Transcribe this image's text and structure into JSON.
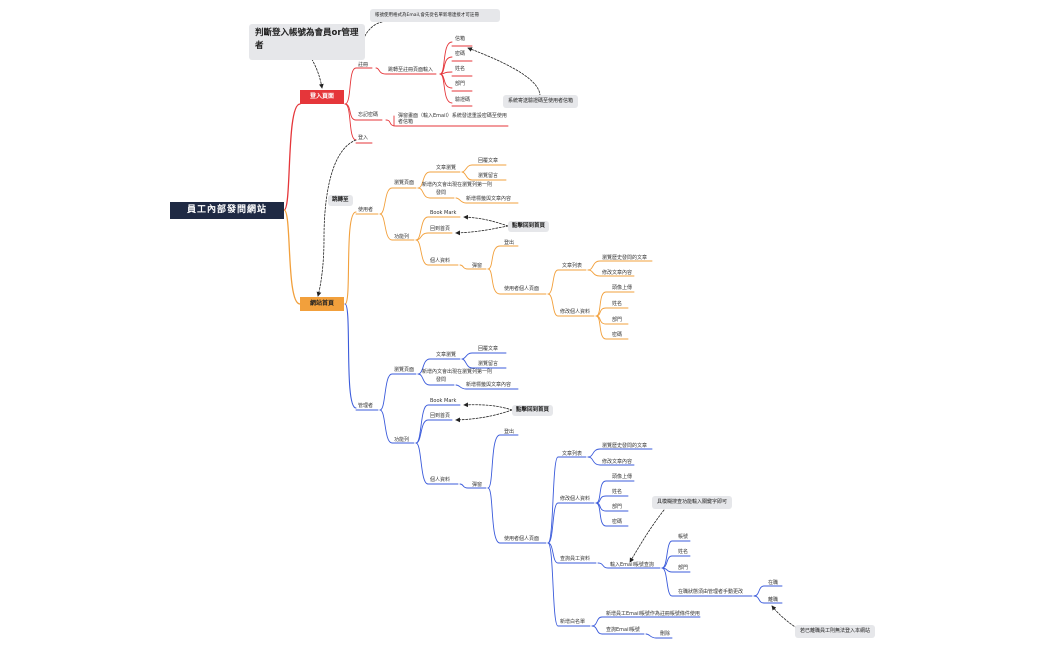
{
  "root": "員工內部發問網站",
  "top_callout": "判斷登入帳號為會員or管理者",
  "email_note": "帳號使用格式為Email,會先從名單新增連接才可註冊",
  "login_page": {
    "label": "登入頁面",
    "register": "註冊",
    "register_page": "跳轉至註冊頁面輸入",
    "fields": [
      "信箱",
      "密碼",
      "姓名",
      "部門",
      "驗證碼"
    ],
    "verify_note": "系統寄送驗證碼至使用者信箱",
    "forgot": "忘記密碼",
    "forgot_detail": "彈窗畫面（輸入Email）系統發送重設密碼至使用者信箱",
    "login": "登入"
  },
  "jump": "跳轉至",
  "homepage": {
    "label": "網站首頁",
    "user": {
      "label": "使用者",
      "browse_page": "瀏覽頁面",
      "article_browse": "文章瀏覽",
      "reply_article": "回覆文章",
      "browse_comment": "瀏覽留言",
      "new_article_note": "新增內文會出現在瀏覽列第一則",
      "post": "發問",
      "new_tag_content": "新增標籤與文章內容",
      "feature_bar": "功能列",
      "bookmark": "Book Mark",
      "back_home": "回到首頁",
      "click_home": "點擊回到首頁",
      "personal": "個人資料",
      "popup": "彈窗",
      "logout": "登出",
      "user_page": "使用者個人頁面",
      "article_list": "文章列表",
      "browse_history": "瀏覽歷史發問的文章",
      "edit_article": "修改文章內容",
      "edit_profile": "修改個人資料",
      "profile_fields": [
        "頭像上傳",
        "姓名",
        "部門",
        "密碼"
      ]
    },
    "admin": {
      "label": "管理者",
      "browse_page": "瀏覽頁面",
      "article_browse": "文章瀏覽",
      "reply_article": "回覆文章",
      "browse_comment": "瀏覽留言",
      "new_article_note": "新增內文會出現在瀏覽列第一則",
      "post": "發問",
      "new_tag_content": "新增標籤與文章內容",
      "feature_bar": "功能列",
      "bookmark": "Book Mark",
      "back_home": "回到首頁",
      "click_home": "點擊回到首頁",
      "personal": "個人資料",
      "popup": "彈窗",
      "logout": "登出",
      "user_page": "使用者個人頁面",
      "article_list": "文章列表",
      "browse_history": "瀏覽歷史發問的文章",
      "edit_article": "修改文章內容",
      "edit_profile": "修改個人資料",
      "profile_fields": [
        "頭像上傳",
        "姓名",
        "部門",
        "密碼"
      ],
      "fuzzy_note": "具模糊搜查功能輸入關鍵字即可",
      "query_staff": "查詢員工資料",
      "email_query": "輸入Email帳號查詢",
      "staff_fields": [
        "帳號",
        "姓名",
        "部門"
      ],
      "status_edit": "在職狀態須由管理者手動更改",
      "status_values": [
        "在職",
        "離職"
      ],
      "resigned_note": "若已離職員工則無法登入本網站",
      "whitelist": "新增白名單",
      "whitelist_add": "新增員工Email帳號作為註冊帳號條件使用",
      "whitelist_query": "查詢Email帳號",
      "delete": "刪除"
    }
  },
  "colors": {
    "red": "#e5363a",
    "orange": "#f2a03c",
    "blue": "#3b5bdb",
    "root_bg": "#1f2a44",
    "callout_bg": "#e6e7ea"
  }
}
